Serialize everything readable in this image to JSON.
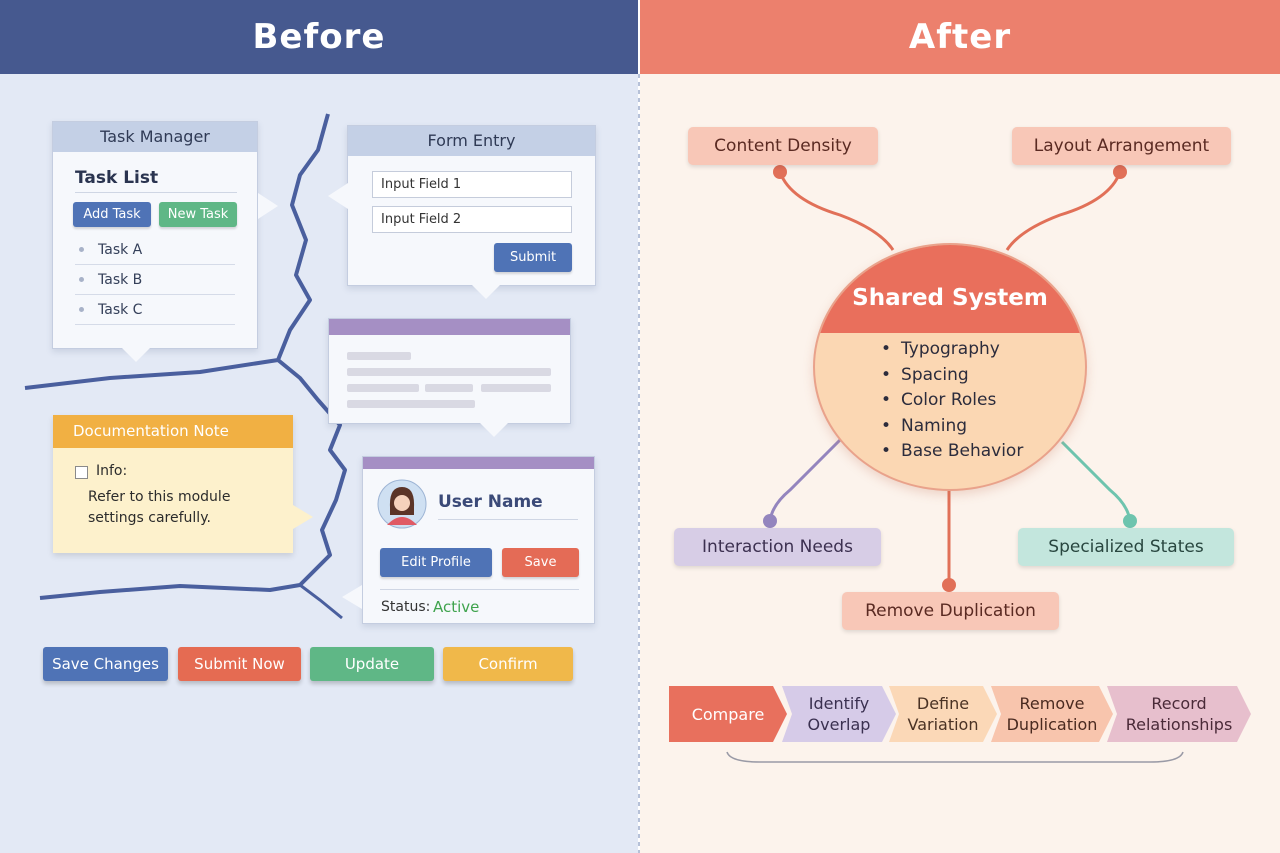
{
  "before": {
    "title": "Before",
    "task_manager": {
      "title": "Task Manager",
      "heading": "Task List",
      "add_label": "Add Task",
      "new_label": "New Task",
      "tasks": [
        "Task A",
        "Task B",
        "Task C"
      ]
    },
    "form_entry": {
      "title": "Form Entry",
      "field1": "Input Field 1",
      "field2": "Input Field 2",
      "submit_label": "Submit"
    },
    "doc_note": {
      "title": "Documentation Note",
      "info_label": "Info:",
      "text_line1": "Refer to this module",
      "text_line2": "settings carefully."
    },
    "profile": {
      "name": "User Name",
      "edit_label": "Edit Profile",
      "save_label": "Save",
      "status_label": "Status:",
      "status_value": "Active"
    },
    "buttons": [
      "Save Changes",
      "Submit Now",
      "Update",
      "Confirm"
    ]
  },
  "after": {
    "title": "After",
    "nodes": {
      "content_density": "Content Density",
      "layout_arrangement": "Layout Arrangement",
      "interaction_needs": "Interaction Needs",
      "specialized_states": "Specialized States",
      "remove_duplication": "Remove Duplication"
    },
    "shared_system": {
      "title": "Shared System",
      "items": [
        "Typography",
        "Spacing",
        "Color Roles",
        "Naming",
        "Base Behavior"
      ]
    },
    "steps": [
      {
        "line1": "Compare",
        "line2": ""
      },
      {
        "line1": "Identify",
        "line2": "Overlap"
      },
      {
        "line1": "Define",
        "line2": "Variation"
      },
      {
        "line1": "Remove",
        "line2": "Duplication"
      },
      {
        "line1": "Record",
        "line2": "Relationships"
      }
    ]
  },
  "colors": {
    "before_header": "#46598f",
    "after_header": "#ec806d",
    "accent_blue": "#4f73b6",
    "accent_red": "#e46b56",
    "accent_green": "#5fb786",
    "accent_yellow": "#f0b84a",
    "status_active": "#3fa34d"
  }
}
